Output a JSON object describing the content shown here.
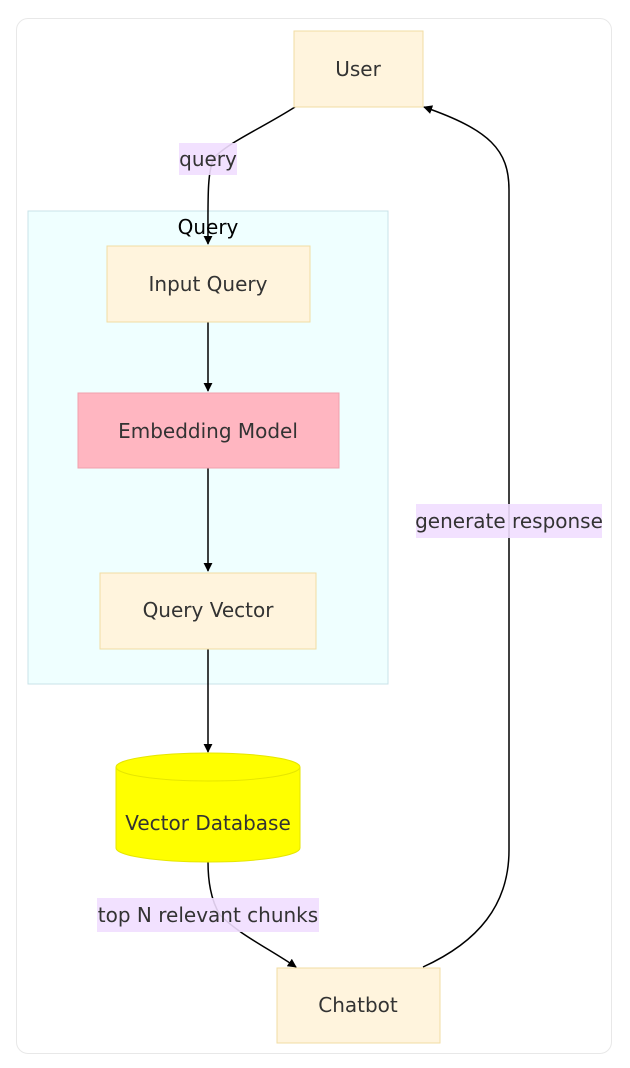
{
  "diagram": {
    "cluster": {
      "label": "Query"
    },
    "nodes": {
      "user": "User",
      "input_query": "Input Query",
      "embedding_model": "Embedding Model",
      "query_vector": "Query Vector",
      "vector_database": "Vector Database",
      "chatbot": "Chatbot"
    },
    "edges": {
      "query": "query",
      "top_n": "top N relevant chunks",
      "generate_response": "generate response"
    },
    "colors": {
      "node_fill": "#fff4dd",
      "node_stroke": "#f2dca3",
      "embedding_fill": "#ffb6c1",
      "embedding_stroke": "#f0a0ad",
      "database_fill": "#ffff00",
      "database_stroke": "#e6e600",
      "cluster_fill": "#efffff",
      "cluster_stroke": "#c9e3e8",
      "edge_label_bg": "#f1deff",
      "edge": "#000000"
    }
  }
}
